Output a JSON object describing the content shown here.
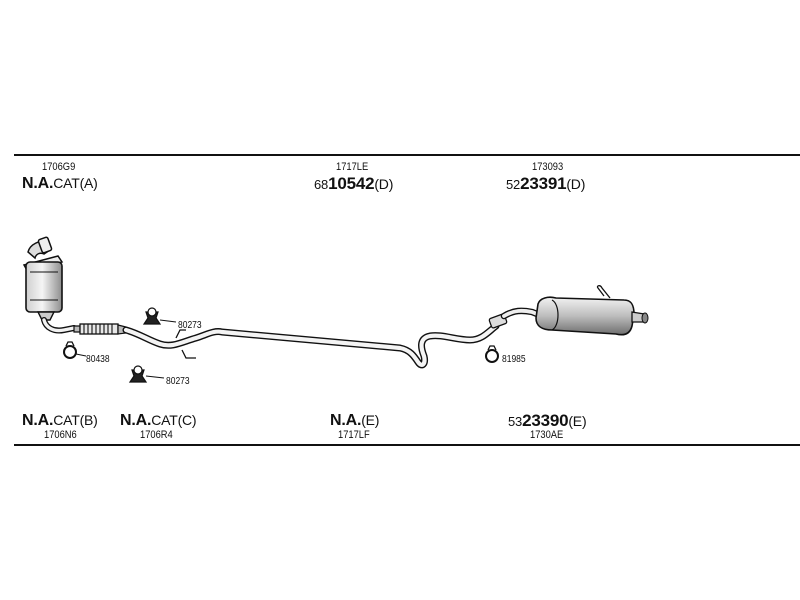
{
  "top_row": {
    "col1": {
      "code": "1706G9",
      "name_bold": "N.A.",
      "name_rest": "CAT(A)"
    },
    "col2": {
      "code": "1717LE",
      "prefix": "68",
      "number": "10542",
      "suffix": "(D)"
    },
    "col3": {
      "code": "173093",
      "prefix": "52",
      "number": "23391",
      "suffix": "(D)"
    }
  },
  "bottom_row": {
    "col1": {
      "name_bold": "N.A.",
      "name_rest": "CAT(B)",
      "code": "1706N6"
    },
    "col2": {
      "name_bold": "N.A.",
      "name_rest": "CAT(C)",
      "code": "1706R4"
    },
    "col3": {
      "name_bold": "N.A.",
      "name_rest": "(E)",
      "code": "1717LF"
    },
    "col4": {
      "prefix": "53",
      "number": "23390",
      "suffix": "(E)",
      "code": "1730AE"
    }
  },
  "parts": {
    "hanger_upper": "80273",
    "hanger_lower": "80273",
    "clamp_left": "80438",
    "clamp_right": "81985"
  },
  "colors": {
    "line": "#111111",
    "fill": "#e6e6e6",
    "shade": "#9a9a9a"
  }
}
